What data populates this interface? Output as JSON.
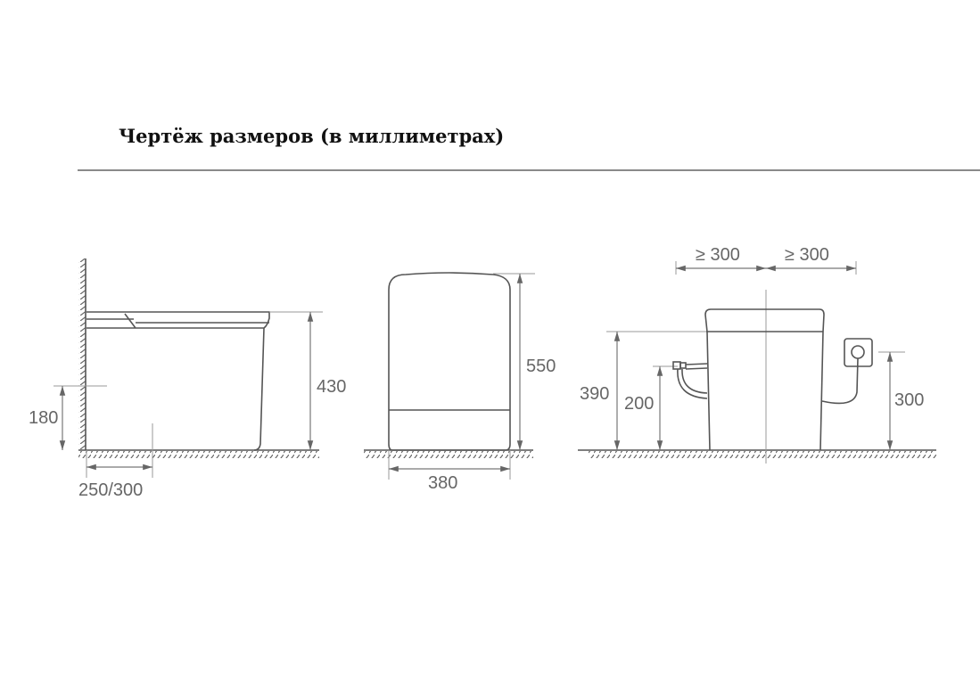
{
  "title": "Чертёж размеров (в миллиметрах)",
  "side_view": {
    "height_total": "430",
    "outlet_height": "180",
    "wall_distance": "250/300"
  },
  "front_view": {
    "height": "550",
    "width": "380"
  },
  "rear_view": {
    "clear_left": "≥ 300",
    "clear_right": "≥ 300",
    "seat_height": "390",
    "water_inlet_height": "200",
    "socket_height": "300"
  }
}
